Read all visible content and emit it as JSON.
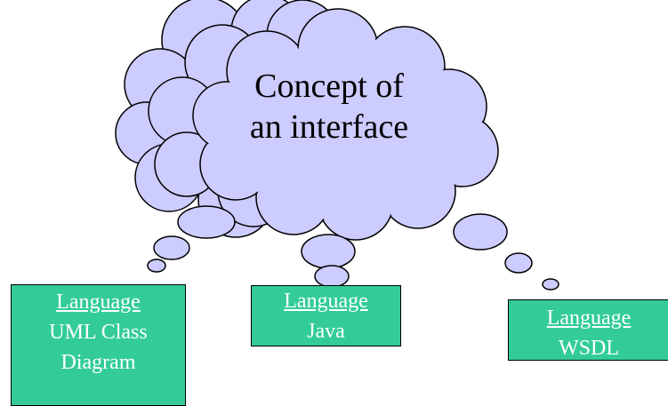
{
  "cloud": {
    "title_line1": "Concept of",
    "title_line2": "an interface"
  },
  "boxes": [
    {
      "label": "Language",
      "lines": [
        "UML Class",
        "Diagram"
      ]
    },
    {
      "label": "Language",
      "lines": [
        "Java"
      ]
    },
    {
      "label": "Language",
      "lines": [
        "WSDL"
      ]
    }
  ],
  "colors": {
    "cloud_fill": "#ccccff",
    "cloud_stroke": "#000000",
    "box_fill": "#33cc99",
    "box_text": "#ffffff"
  }
}
